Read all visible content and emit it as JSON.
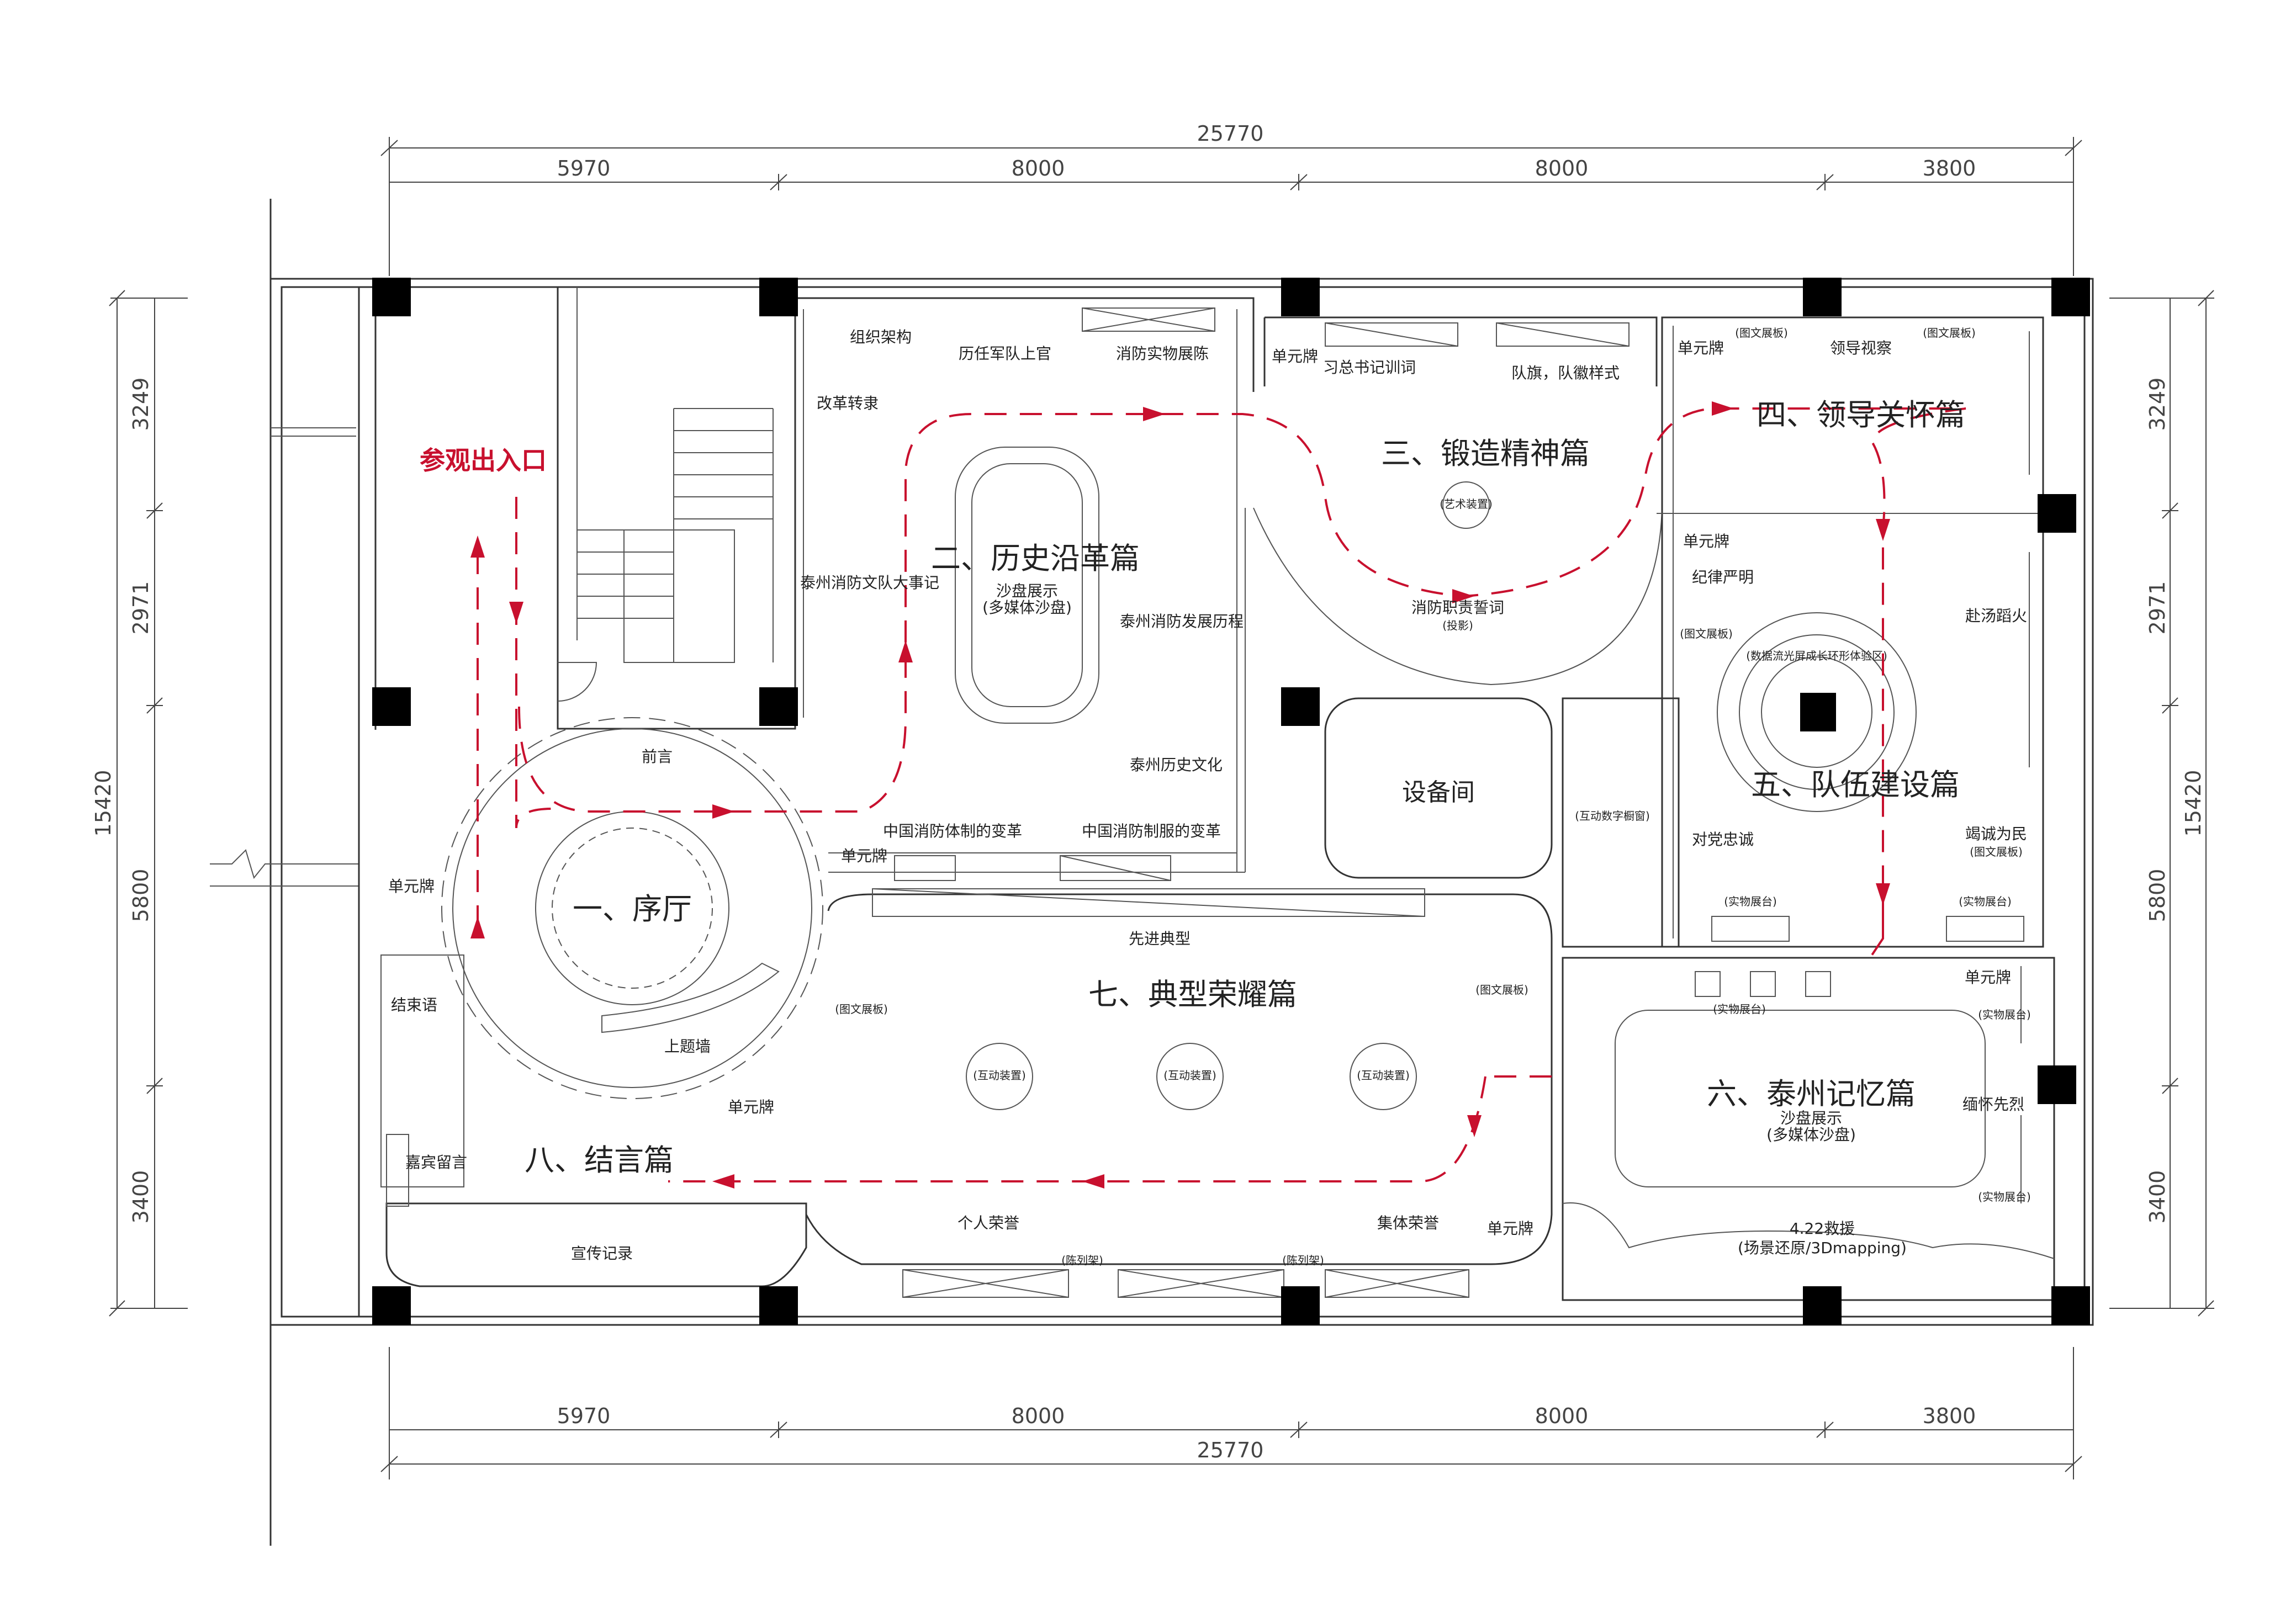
{
  "dimensions": {
    "top_total": "25770",
    "top_segments": [
      "5970",
      "8000",
      "8000",
      "3800"
    ],
    "bottom_segments": [
      "5970",
      "8000",
      "8000",
      "3800"
    ],
    "bottom_total": "25770",
    "left_total": "15420",
    "left_segments": [
      "3249",
      "2971",
      "5800",
      "3400"
    ],
    "right_total": "15420",
    "right_segments": [
      "3249",
      "2971",
      "5800",
      "3400"
    ]
  },
  "entrance_label": "参观出入口",
  "route_color": "#c8102e",
  "zones": {
    "z1": "一、序厅",
    "z2": "二、历史沿革篇",
    "z3": "三、锻造精神篇",
    "z4": "四、领导关怀篇",
    "z5": "五、队伍建设篇",
    "z6": "六、泰州记忆篇",
    "z7": "七、典型荣耀篇",
    "z8": "八、结言篇",
    "equipment_room": "设备间"
  },
  "labels": {
    "zhuzhijiagou": "组织架构",
    "lirenjunshang": "历任军队上官",
    "xiaofangshiwu": "消防实物展陈",
    "gaigezhuanxing": "改革转隶",
    "dashiji": "泰州消防文队大事记",
    "shapan2_a": "沙盘展示",
    "shapan2_b": "(多媒体沙盘)",
    "fazhanlicheng": "泰州消防发展历程",
    "lishiwenhua": "泰州历史文化",
    "zhidubiange": "中国消防体制的变革",
    "zhifubiange": "中国消防制服的变革",
    "danyuanpai": "单元牌",
    "xunci": "习总书记训词",
    "duiqi": "队旗，队徽样式",
    "jilubinge": "消防职责誓词",
    "jilubinge_b": "(投影)",
    "yishu3": "(艺术装置)",
    "lingdaoshicha": "领导视察",
    "tuwen": "(图文展板)",
    "jilvyanming": "纪律严明",
    "duidangzhongcheng": "对党忠诚",
    "fuyoubijin": "赴汤蹈火",
    "jiechengweimin": "竭诚为民",
    "tuwen_b": "(图文展板)",
    "yuanxing5": "(数据流光屏成长环形体验区)",
    "shuzi": "(互动数字橱窗)",
    "shiwu": "(实物展台)",
    "xianjindianxing": "先进典型",
    "tuwenzhanban": "(图文展板)",
    "hudong": "(互动装置)",
    "gerenrongyu": "个人荣誉",
    "jitirongyu": "集体荣誉",
    "chenlie": "(陈列架)",
    "qianyan": "前言",
    "shangtian": "上题墙",
    "jiehuojian": "结束语",
    "jiabinliuyan": "嘉宾留言",
    "xuanchuanjilu": "宣传记录",
    "shapan6_a": "沙盘展示",
    "shapan6_b": "(多媒体沙盘)",
    "huaixian": "缅怀先烈",
    "jiuyuan_a": "4.22救援",
    "jiuyuan_b": "(场景还原/3Dmapping)"
  }
}
